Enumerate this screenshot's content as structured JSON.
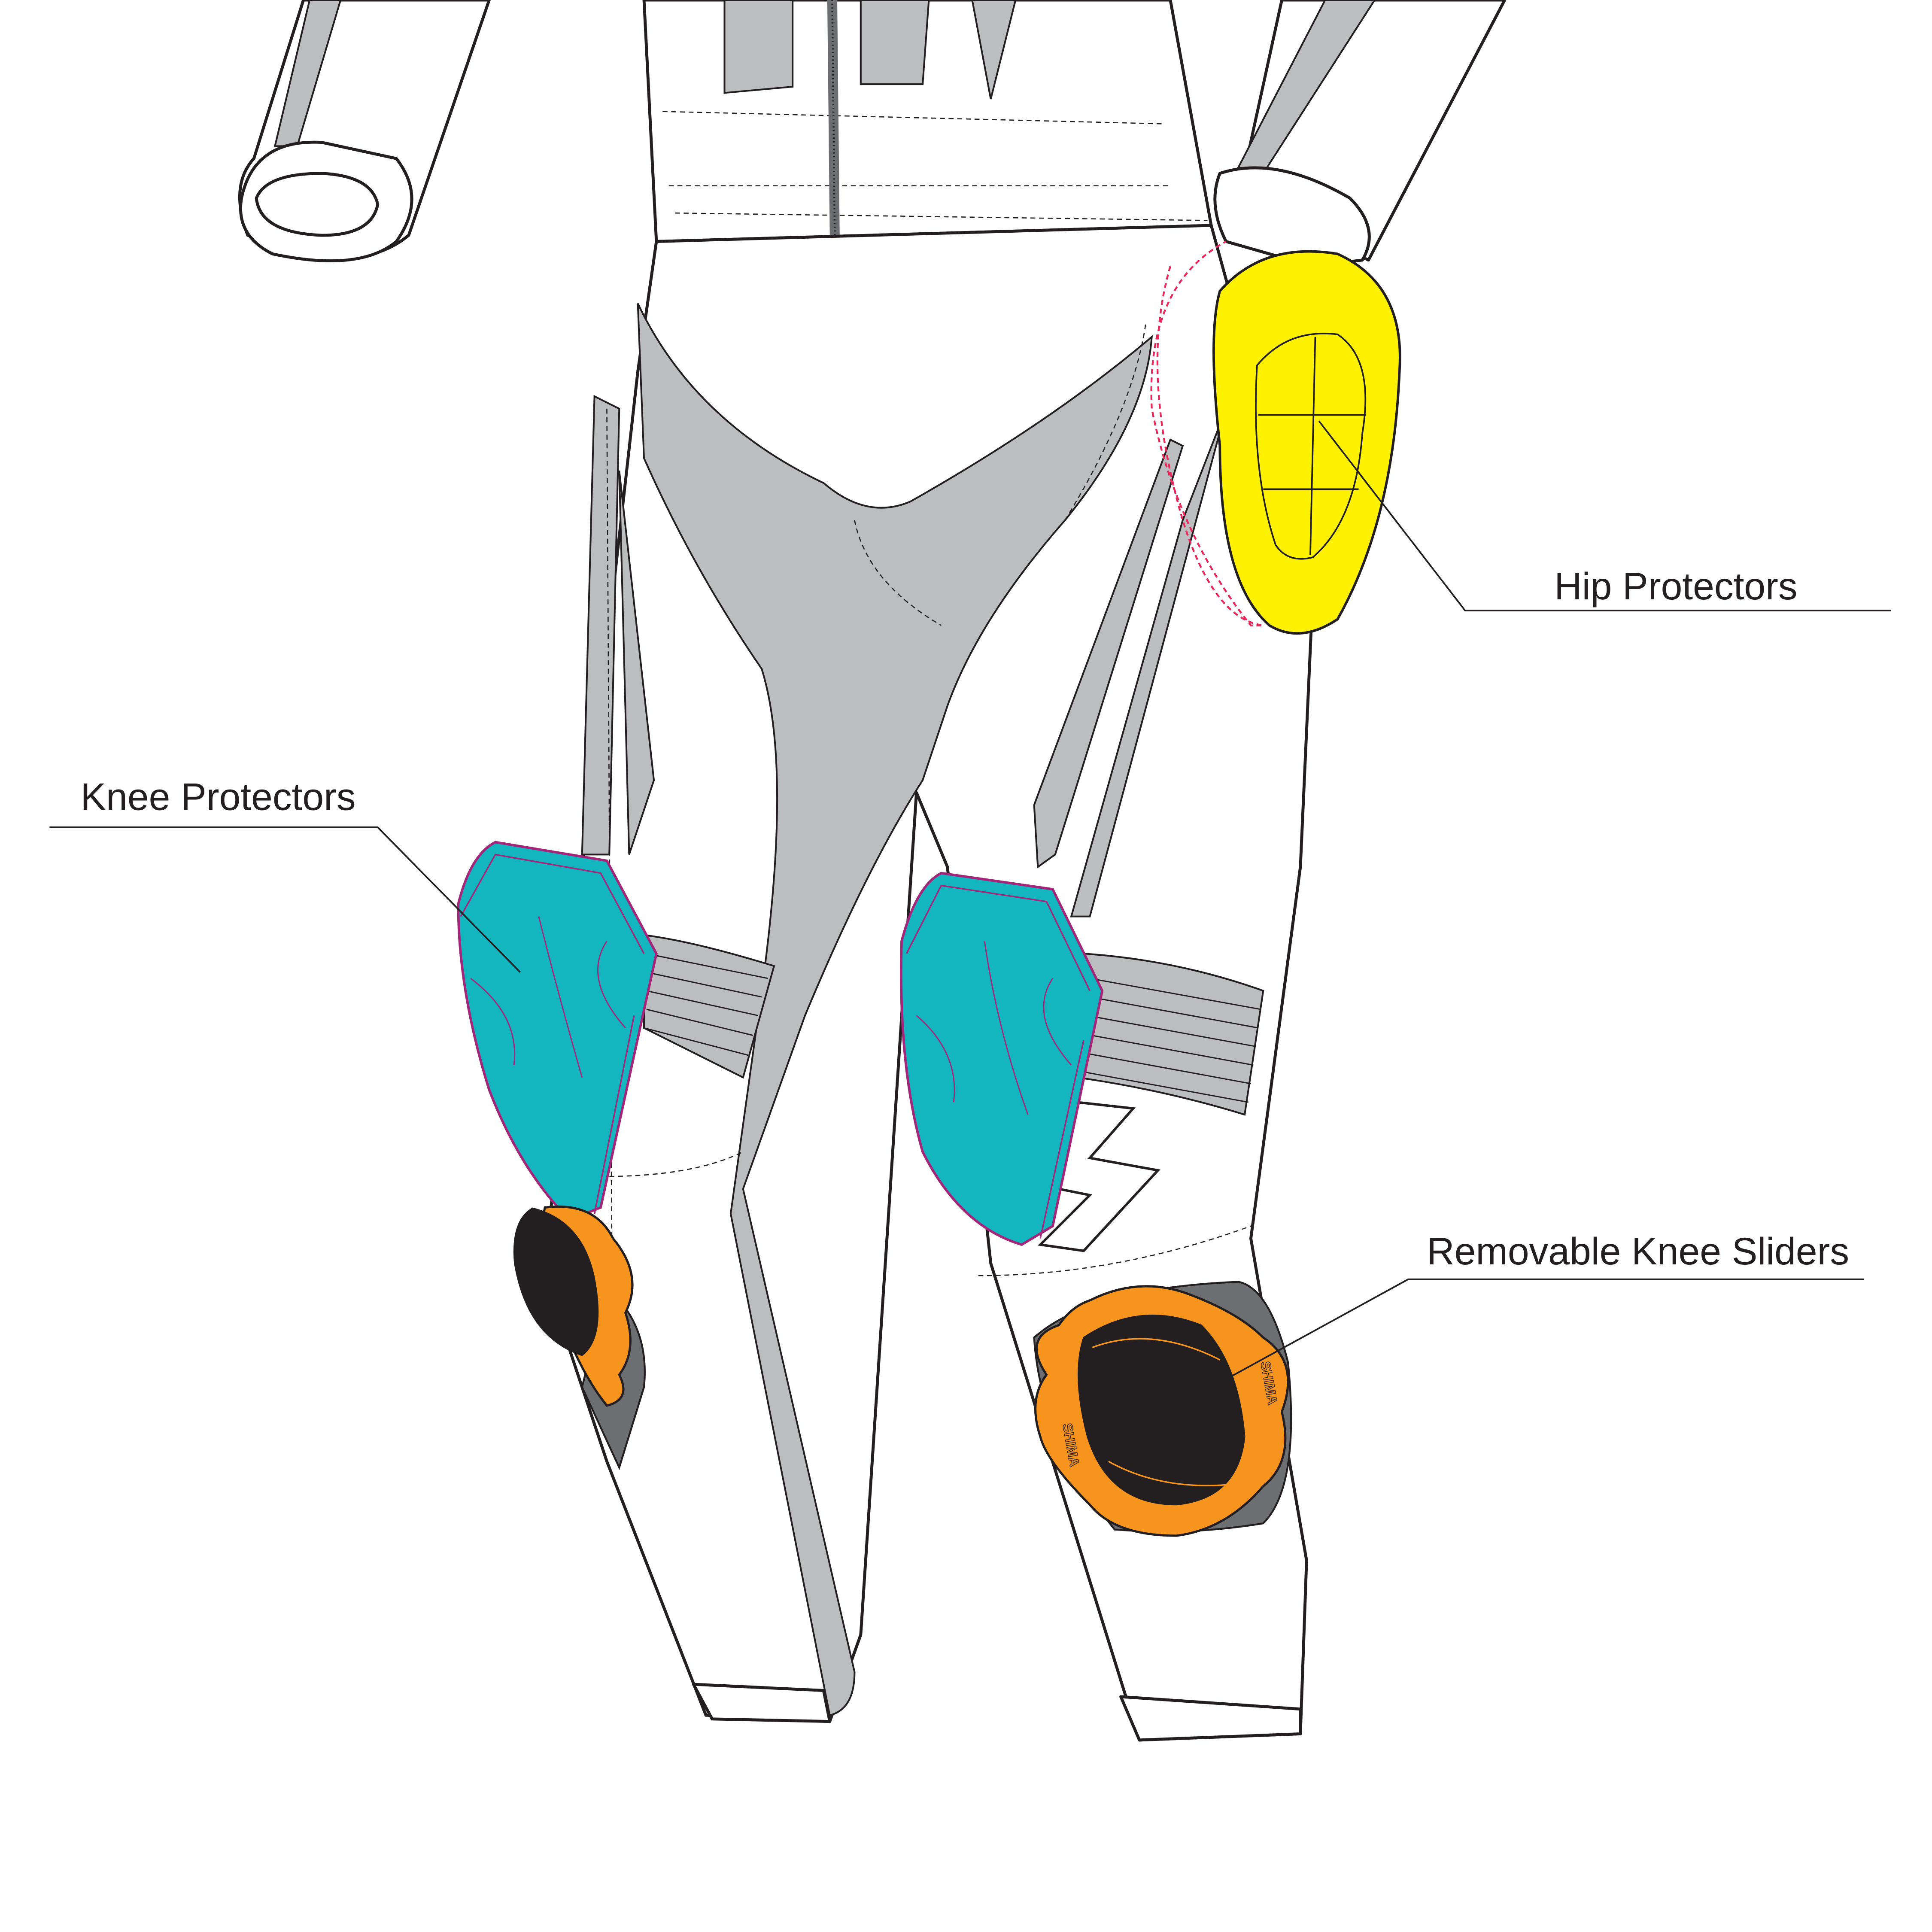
{
  "labels": {
    "hip": "Hip Protectors",
    "knee": "Knee Protectors",
    "sliders": "Removable Knee Sliders"
  },
  "logo_text": "SHIMA",
  "colors": {
    "hip_protector": "#fff200",
    "knee_protector": "#13b5bf",
    "knee_protector_outline": "#a3267a",
    "slider_base": "#f7941d",
    "slider_puck": "#231f20",
    "panel_grey": "#bcbdbf",
    "dark_grey": "#6d6e71",
    "outline": "#231f20"
  }
}
